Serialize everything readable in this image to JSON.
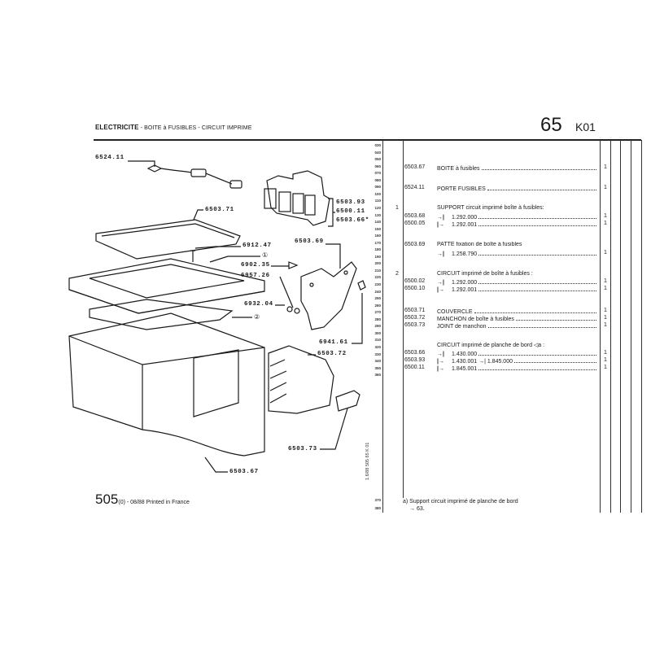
{
  "header": {
    "title_main": "ELECTRICITE",
    "title_sub": " - BOITE à FUSIBLES - CIRCUIT IMPRIME",
    "section": "65",
    "code": "K01"
  },
  "line_numbers": [
    "030",
    "040",
    "050",
    "060",
    "070",
    "080",
    "090",
    "100",
    "110",
    "120",
    "130",
    "140",
    "150",
    "160",
    "170",
    "180",
    "190",
    "200",
    "210",
    "220",
    "230",
    "240",
    "250",
    "260",
    "270",
    "280",
    "290",
    "300",
    "310",
    "320",
    "330",
    "340",
    "350",
    "360"
  ],
  "line_numbers_bottom": [
    "370",
    "380"
  ],
  "side_ref": "1.6/88 505 65 K 01",
  "diagram_labels": {
    "porte_fusibles": "6524.11",
    "couvercle": "6503.71",
    "circuit_1": "6503.93",
    "circuit_2": "6500.11",
    "circuit_3": "6503.66*",
    "vis": "6912.47",
    "ref1": "①",
    "patte": "6503.69",
    "vis2": "6902.35",
    "rondelle": "6957.26",
    "ecrou": "6932.04",
    "ref2": "②",
    "agrafe": "6941.61",
    "manchon": "6503.72",
    "joint": "6503.73",
    "boite": "6503.67"
  },
  "items": [
    {
      "part": "6503.67",
      "desc": "BOITE à fusibles",
      "qty": "1"
    },
    {
      "part": "6524.11",
      "desc": "PORTE FUSIBLES",
      "qty": "1"
    },
    {
      "index": "1",
      "heading": "SUPPORT circuit imprimé boîte à fusibles:"
    },
    {
      "part": "6503.68",
      "arrow": "→|",
      "desc": "1.292.000",
      "qty": "1"
    },
    {
      "part": "6500.05",
      "arrow": "|→",
      "desc": "1.292.001",
      "qty": "1"
    },
    {
      "part": "6503.69",
      "desc": "PATTE fixation de boîte à fusibles"
    },
    {
      "arrow": "→|",
      "desc": "1.258.790",
      "qty": "1"
    },
    {
      "index": "2",
      "heading": "CIRCUIT imprimé de boîte à fusibles :"
    },
    {
      "part": "6500.02",
      "arrow": "→|",
      "desc": "1.292.000",
      "qty": "1"
    },
    {
      "part": "6500.10",
      "arrow": "|→",
      "desc": "1.292.001",
      "qty": "1"
    },
    {
      "part": "6503.71",
      "desc": "COUVERCLE",
      "qty": "1"
    },
    {
      "part": "6503.72",
      "desc": "MANCHON de boîte à fusibles",
      "qty": "1"
    },
    {
      "part": "6503.73",
      "desc": "JOINT de manchon",
      "qty": "1"
    },
    {
      "heading": "CIRCUIT imprimé de planche de bord ◁a :"
    },
    {
      "part": "6503.66",
      "arrow": "→|",
      "desc": "1.430.000",
      "qty": "1"
    },
    {
      "part": "6503.93",
      "arrow": "|→",
      "desc": "1.430.001 →| 1.845.000",
      "qty": "1"
    },
    {
      "part": "6500.11",
      "arrow": "|→",
      "desc": "1.845.001",
      "qty": "1"
    }
  ],
  "footnote": {
    "line1": "a) Support circuit imprimé de planche de bord",
    "line2": "→ 63."
  },
  "footer": {
    "model": "505",
    "suffix": "(0) - 08/88 Printed in France"
  }
}
